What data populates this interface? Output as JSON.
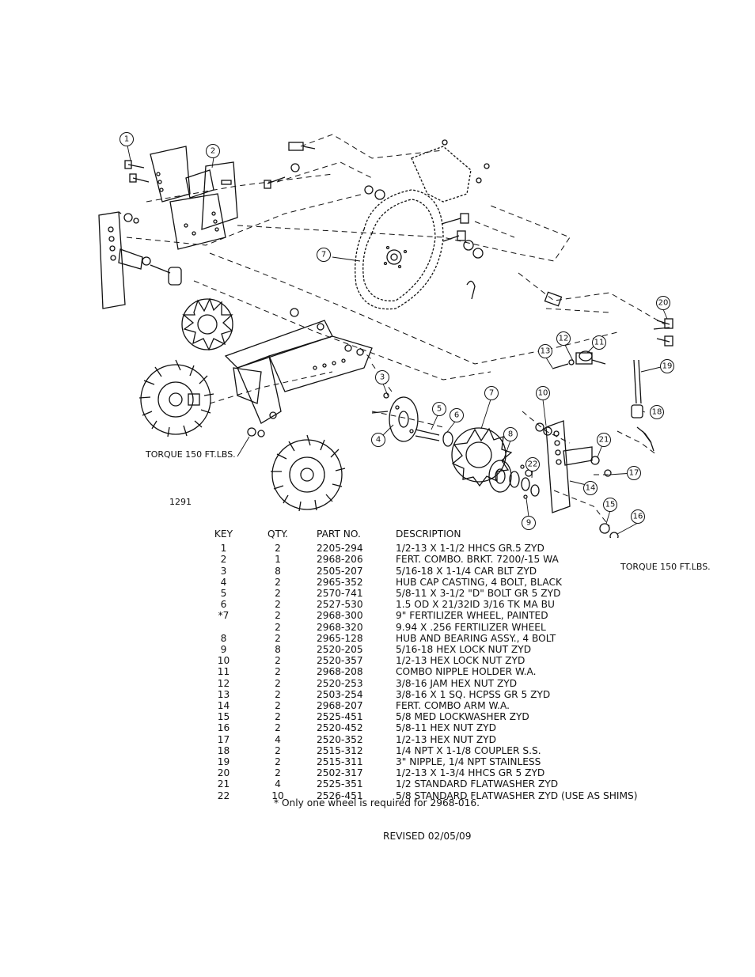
{
  "drawing": {
    "number": "1291",
    "torque_left": "TORQUE 150 FT.LBS.",
    "torque_right": "TORQUE 150 FT.LBS.",
    "callouts": [
      "1",
      "2",
      "3",
      "4",
      "5",
      "6",
      "7",
      "7",
      "8",
      "9",
      "10",
      "11",
      "12",
      "13",
      "14",
      "15",
      "16",
      "17",
      "18",
      "19",
      "20",
      "21",
      "22"
    ]
  },
  "table": {
    "headers": {
      "key": "KEY",
      "qty": "QTY.",
      "part": "PART NO.",
      "desc": "DESCRIPTION"
    },
    "rows": [
      {
        "key": "1",
        "qty": "2",
        "part": "2205-294",
        "desc": "1/2-13 X 1-1/2 HHCS GR.5 ZYD"
      },
      {
        "key": "2",
        "qty": "1",
        "part": "2968-206",
        "desc": "FERT. COMBO. BRKT. 7200/-15 WA"
      },
      {
        "key": "3",
        "qty": "8",
        "part": "2505-207",
        "desc": "5/16-18 X 1-1/4 CAR BLT ZYD"
      },
      {
        "key": "4",
        "qty": "2",
        "part": "2965-352",
        "desc": "HUB CAP CASTING, 4 BOLT, BLACK"
      },
      {
        "key": "5",
        "qty": "2",
        "part": "2570-741",
        "desc": "5/8-11 X 3-1/2 \"D\" BOLT GR 5 ZYD"
      },
      {
        "key": "6",
        "qty": "2",
        "part": "2527-530",
        "desc": "1.5 OD X 21/32ID 3/16 TK MA BU"
      },
      {
        "key": "*7",
        "qty": "2",
        "part": "2968-300",
        "desc": "9\" FERTILIZER WHEEL, PAINTED"
      },
      {
        "key": "",
        "qty": "2",
        "part": "2968-320",
        "desc": "9.94 X .256 FERTILIZER WHEEL"
      },
      {
        "key": "8",
        "qty": "2",
        "part": "2965-128",
        "desc": "HUB AND BEARING ASSY., 4 BOLT"
      },
      {
        "key": "9",
        "qty": "8",
        "part": "2520-205",
        "desc": "5/16-18 HEX LOCK NUT ZYD"
      },
      {
        "key": "10",
        "qty": "2",
        "part": "2520-357",
        "desc": "1/2-13 HEX LOCK NUT ZYD"
      },
      {
        "key": "11",
        "qty": "2",
        "part": "2968-208",
        "desc": "COMBO NIPPLE HOLDER W.A."
      },
      {
        "key": "12",
        "qty": "2",
        "part": "2520-253",
        "desc": "3/8-16 JAM HEX NUT ZYD"
      },
      {
        "key": "13",
        "qty": "2",
        "part": "2503-254",
        "desc": "3/8-16 X 1 SQ. HCPSS GR 5 ZYD"
      },
      {
        "key": "14",
        "qty": "2",
        "part": "2968-207",
        "desc": "FERT. COMBO ARM W.A."
      },
      {
        "key": "15",
        "qty": "2",
        "part": "2525-451",
        "desc": "5/8 MED LOCKWASHER ZYD"
      },
      {
        "key": "16",
        "qty": "2",
        "part": "2520-452",
        "desc": "5/8-11 HEX NUT ZYD"
      },
      {
        "key": "17",
        "qty": "4",
        "part": "2520-352",
        "desc": "1/2-13 HEX NUT ZYD"
      },
      {
        "key": "18",
        "qty": "2",
        "part": "2515-312",
        "desc": "1/4 NPT X 1-1/8 COUPLER S.S."
      },
      {
        "key": "19",
        "qty": "2",
        "part": "2515-311",
        "desc": "3\" NIPPLE, 1/4 NPT STAINLESS"
      },
      {
        "key": "20",
        "qty": "2",
        "part": "2502-317",
        "desc": "1/2-13 X 1-3/4 HHCS GR 5 ZYD"
      },
      {
        "key": "21",
        "qty": "4",
        "part": "2525-351",
        "desc": "1/2 STANDARD FLATWASHER ZYD"
      },
      {
        "key": "22",
        "qty": "10",
        "part": "2526-451",
        "desc": "5/8 STANDARD FLATWASHER ZYD (USE AS SHIMS)"
      }
    ]
  },
  "footnote": "* Only one wheel is required for 2968-016.",
  "revised": "REVISED 02/05/09"
}
